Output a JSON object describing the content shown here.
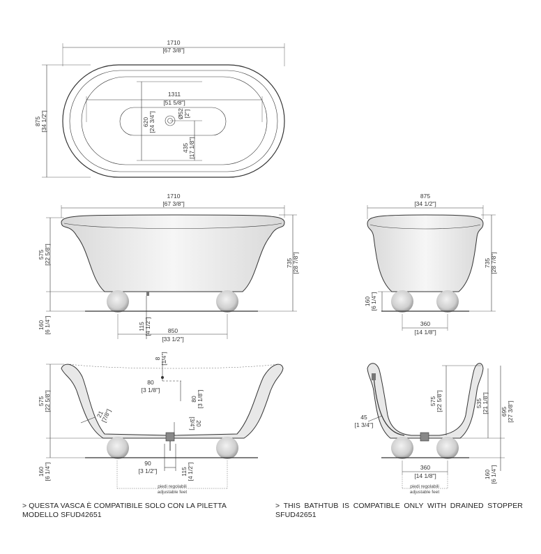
{
  "top_view": {
    "length": "1710",
    "length_in": "[67 3/8\"]",
    "width": "875",
    "width_in": "[34 1/2\"]",
    "inner_length": "1311",
    "inner_length_in": "[51 5/8\"]",
    "inner_width": "620",
    "inner_width_in": "[24 3/4\"]",
    "drain_diameter": "Ø52",
    "drain_diameter_in": "[2\"]",
    "drain_offset": "435",
    "drain_offset_in": "[17 1/8\"]"
  },
  "front_view": {
    "length": "1710",
    "length_in": "[67 3/8\"]",
    "body_height": "575",
    "body_height_in": "[22 5/8\"]",
    "total_height": "735",
    "total_height_in": "[28 7/8\"]",
    "feet_height": "160",
    "feet_height_in": "[6 1/4\"]",
    "drain_height": "115",
    "drain_height_in": "[4 1/2\"]",
    "feet_spacing": "850",
    "feet_spacing_in": "[33 1/2\"]"
  },
  "side_view": {
    "width": "875",
    "width_in": "[34 1/2\"]",
    "total_height": "735",
    "total_height_in": "[28 7/8\"]",
    "feet_height": "160",
    "feet_height_in": "[6 1/4\"]",
    "feet_spacing": "360",
    "feet_spacing_in": "[14 1/8\"]"
  },
  "section_front": {
    "rim": "8",
    "rim_in": "[1/4\"]",
    "overflow_x": "80",
    "overflow_x_in": "[3 1/8\"]",
    "overflow_y": "80",
    "overflow_y_in": "[3 1/8\"]",
    "body_height": "575",
    "body_height_in": "[22 5/8\"]",
    "wall": "21",
    "wall_in": "[7/8\"]",
    "bottom": "20",
    "bottom_in": "[3/4\"]",
    "feet_height": "160",
    "feet_height_in": "[6 1/4\"]",
    "drain_x": "90",
    "drain_x_in": "[3 1/2\"]",
    "drain_height": "115",
    "drain_height_in": "[4 1/2\"]",
    "feet_label_it": "piedi regolabili",
    "feet_label_en": "adjustable feet"
  },
  "section_side": {
    "inner_height": "575",
    "inner_height_in": "[22 5/8\"]",
    "outer_height": "535",
    "outer_height_in": "[21 1/8\"]",
    "total_height": "695",
    "total_height_in": "[27 3/8\"]",
    "angle": "45",
    "angle_in": "[1 3/4\"]",
    "feet_spacing": "360",
    "feet_spacing_in": "[14 1/8\"]",
    "feet_height": "160",
    "feet_height_in": "[6 1/4\"]",
    "feet_label_it": "piedi regolabili",
    "feet_label_en": "adjustable feet"
  },
  "notes": {
    "italian": "> QUESTA VASCA È COMPATIBILE SOLO CON LA PILETTA MODELLO SFUD42651",
    "english": "> THIS BATHTUB IS COMPATIBLE ONLY WITH DRAINED STOPPER SFUD42651"
  }
}
